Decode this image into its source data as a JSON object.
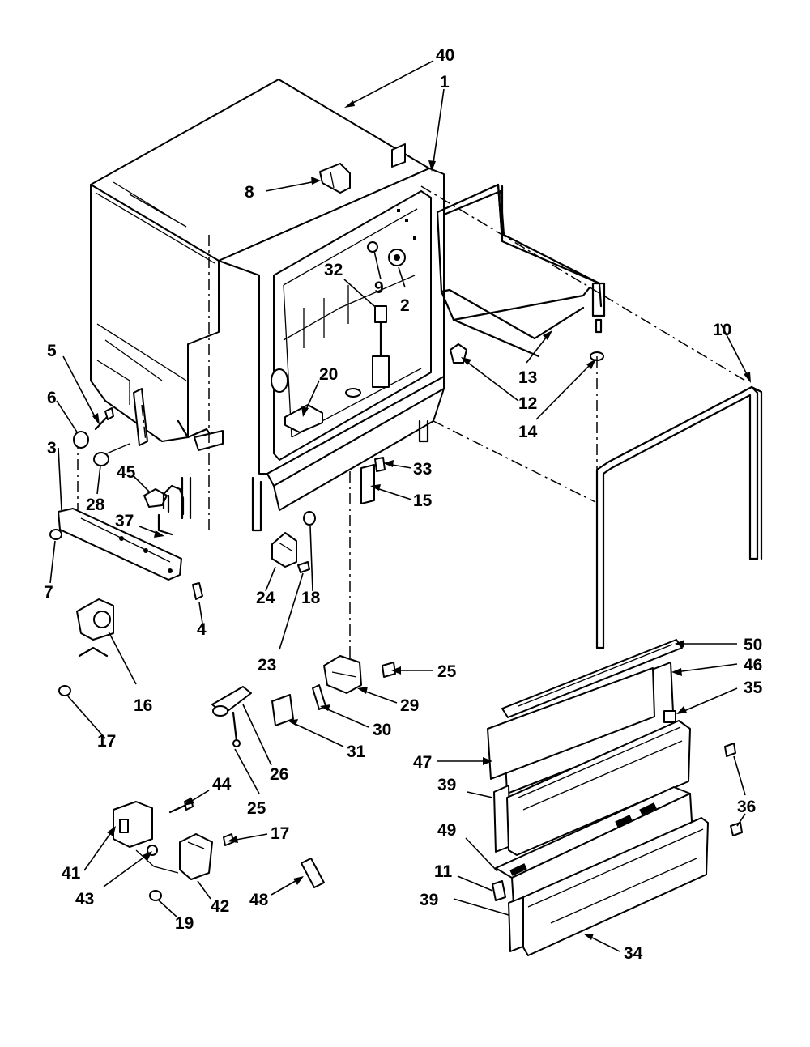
{
  "diagram": {
    "callouts": [
      {
        "id": "c40",
        "text": "40"
      },
      {
        "id": "c1",
        "text": "1"
      },
      {
        "id": "c8",
        "text": "8"
      },
      {
        "id": "c32",
        "text": "32"
      },
      {
        "id": "c9",
        "text": "9"
      },
      {
        "id": "c2",
        "text": "2"
      },
      {
        "id": "c10",
        "text": "10"
      },
      {
        "id": "c5",
        "text": "5"
      },
      {
        "id": "c6",
        "text": "6"
      },
      {
        "id": "c3",
        "text": "3"
      },
      {
        "id": "c28",
        "text": "28"
      },
      {
        "id": "c45",
        "text": "45"
      },
      {
        "id": "c37",
        "text": "37"
      },
      {
        "id": "c7",
        "text": "7"
      },
      {
        "id": "c20",
        "text": "20"
      },
      {
        "id": "c13",
        "text": "13"
      },
      {
        "id": "c12",
        "text": "12"
      },
      {
        "id": "c14",
        "text": "14"
      },
      {
        "id": "c33",
        "text": "33"
      },
      {
        "id": "c15",
        "text": "15"
      },
      {
        "id": "c4",
        "text": "4"
      },
      {
        "id": "c24",
        "text": "24"
      },
      {
        "id": "c18",
        "text": "18"
      },
      {
        "id": "c23",
        "text": "23"
      },
      {
        "id": "c16",
        "text": "16"
      },
      {
        "id": "c17a",
        "text": "17"
      },
      {
        "id": "c25a",
        "text": "25"
      },
      {
        "id": "c29",
        "text": "29"
      },
      {
        "id": "c30",
        "text": "30"
      },
      {
        "id": "c31",
        "text": "31"
      },
      {
        "id": "c26",
        "text": "26"
      },
      {
        "id": "c25b",
        "text": "25"
      },
      {
        "id": "c44",
        "text": "44"
      },
      {
        "id": "c17b",
        "text": "17"
      },
      {
        "id": "c41",
        "text": "41"
      },
      {
        "id": "c43",
        "text": "43"
      },
      {
        "id": "c42",
        "text": "42"
      },
      {
        "id": "c19",
        "text": "19"
      },
      {
        "id": "c48",
        "text": "48"
      },
      {
        "id": "c50",
        "text": "50"
      },
      {
        "id": "c46",
        "text": "46"
      },
      {
        "id": "c35",
        "text": "35"
      },
      {
        "id": "c47",
        "text": "47"
      },
      {
        "id": "c39a",
        "text": "39"
      },
      {
        "id": "c36",
        "text": "36"
      },
      {
        "id": "c49",
        "text": "49"
      },
      {
        "id": "c11",
        "text": "11"
      },
      {
        "id": "c39b",
        "text": "39"
      },
      {
        "id": "c34",
        "text": "34"
      }
    ]
  }
}
